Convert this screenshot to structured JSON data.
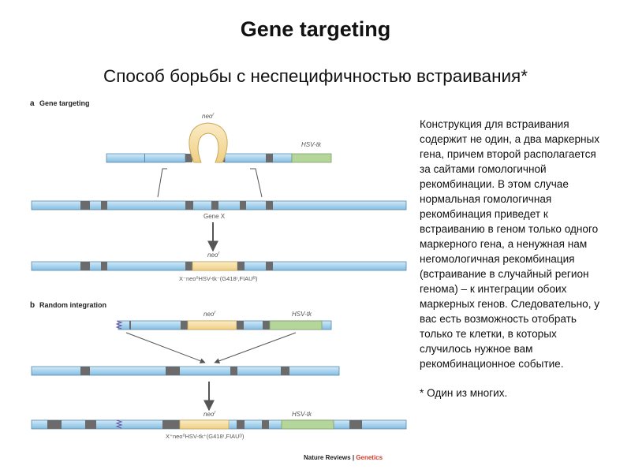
{
  "slide": {
    "title": "Gene targeting",
    "subtitle": "Способ борьбы с неспецифичностью встраивания*",
    "description": "Конструкция для встраивания содержит не один, а два маркерных гена, причем второй располагается за сайтами гомологичной рекомбинации. В этом случае нормальная гомологичная рекомбинация приведет к встраиванию в геном только одного маркерного гена, а ненужная нам негомологичная рекомбинация (встраивание в случайный регион генома) – к интеграции обоих маркерных генов. Следовательно, у вас есть возможность отобрать только те клетки, в которых случилось нужное вам рекомбинационное событие.",
    "footnote": "* Один из многих."
  },
  "figure": {
    "panel_a": {
      "letter": "a",
      "title": "Gene targeting",
      "neo_label": "neo",
      "neo_label_sup": "r",
      "hsv_label": "HSV-tk",
      "gene_label": "Gene X",
      "result_neo_label": "neo",
      "result_neo_label_sup": "r",
      "result_genotype": "X⁻neo⁰HSV-tk⁻(G418ʳ,FIAUᴿ)"
    },
    "panel_b": {
      "letter": "b",
      "title": "Random integration",
      "neo_label": "neo",
      "neo_label_sup": "r",
      "hsv_label": "HSV-tk",
      "result_neo_label": "neo",
      "result_neo_label_sup": "r",
      "result_hsv_label": "HSV-tk",
      "result_genotype": "X⁺neo⁰HSV-tk⁺(G418ʳ,FIAUᴰ)"
    },
    "credit": {
      "publisher": "Nature Reviews",
      "separator": " | ",
      "journal": "Genetics"
    },
    "colors": {
      "dna": "#a9d4ee",
      "dna_stroke": "#5a88a8",
      "exon": "#6b6b6b",
      "neo": "#f6dfa6",
      "neo_stroke": "#c9a85a",
      "hsv": "#b4d69a",
      "hsv_stroke": "#7f9f68",
      "arrow": "#555555",
      "journal_accent": "#d33b2c"
    }
  }
}
